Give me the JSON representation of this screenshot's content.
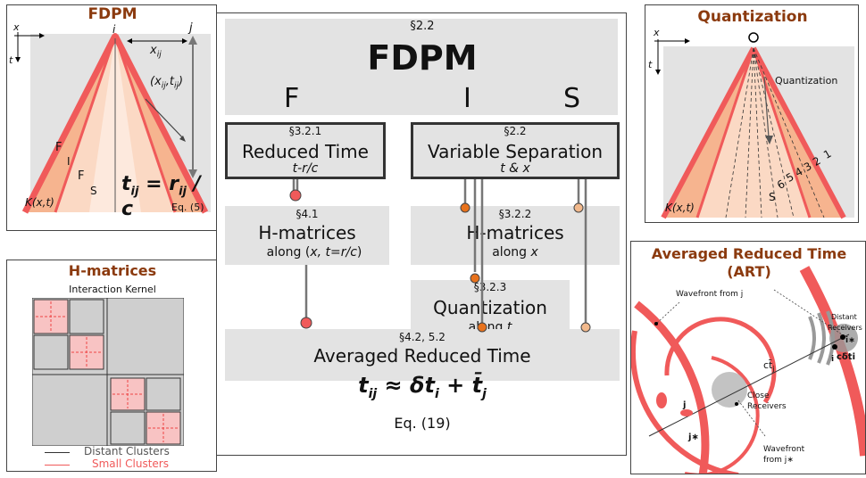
{
  "fdpm_panel": {
    "title": "FDPM",
    "axis_x": "x",
    "axis_t": "t",
    "label_i": "i",
    "label_j": "j",
    "label_xij": "x",
    "label_xij_sub": "ij",
    "label_coord": "(x",
    "label_coord_sub1": "ij",
    "label_coord_mid": ",t",
    "label_coord_sub2": "ij",
    "label_coord_end": ")",
    "letter_F1": "F",
    "letter_I": "I",
    "letter_F2": "F",
    "letter_S": "S",
    "kernel": "K(x,t)",
    "eq_t": "t",
    "eq_t_sub": "ij",
    "eq_eq": " = r",
    "eq_r_sub": "ij",
    "eq_rest": " / c",
    "eq_ref": "Eq. (5)"
  },
  "hmat_panel": {
    "title": "H-matrices",
    "subtitle": "Interaction Kernel",
    "legend_distant": "Distant Clusters",
    "legend_small": "Small Clusters"
  },
  "center": {
    "top_section": "§2.2",
    "top_title": "FDPM",
    "letter_F": "F",
    "letter_I": "I",
    "letter_S": "S",
    "box_rt_section": "§3.2.1",
    "box_rt_title": "Reduced Time",
    "box_rt_sub": "t-r/c",
    "box_vs_section": "§2.2",
    "box_vs_title": "Variable Separation",
    "box_vs_sub": "t & x",
    "hm1_section": "§4.1",
    "hm1_title": "H-matrices",
    "hm1_sub_pre": "along (",
    "hm1_sub_it": "x, t=r/c",
    "hm1_sub_post": ")",
    "hm2_section": "§3.2.2",
    "hm2_title": "H-matrices",
    "hm2_sub_pre": "along ",
    "hm2_sub_it": "x",
    "q_section": "§3.2.3",
    "q_title": "Quantization",
    "q_sub_pre": "along ",
    "q_sub_it": "t",
    "art_section": "§4.2, 5.2",
    "art_title": "Averaged Reduced Time",
    "art_eq_t": "t",
    "art_eq_tsub": "ij",
    "art_eq_mid": " ≈ δt",
    "art_eq_isub": "i",
    "art_eq_plus": " + t̄",
    "art_eq_jsub": "j",
    "art_eq_ref": "Eq. (19)"
  },
  "quant_panel": {
    "title": "Quantization",
    "axis_x": "x",
    "axis_t": "t",
    "label_o": "O",
    "arrow_label": "Quantization",
    "nums": [
      "S",
      "6",
      "5",
      "4",
      "3",
      "2",
      "1"
    ],
    "kernel": "K(x,t)"
  },
  "art_panel": {
    "title1": "Averaged Reduced Time",
    "title2": "(ART)",
    "wavefront_j": "Wavefront from j",
    "distant": "Distant",
    "receivers1": "Receivers",
    "close": "Close",
    "receivers2": "Receivers",
    "wavefront_j2a": "Wavefront",
    "wavefront_j2b": "from j",
    "ctj": "ct̄",
    "ctj_sub": "j",
    "cdti": "cδti",
    "label_j": "j",
    "label_jstar": "j",
    "label_i": "i",
    "label_istar": "i"
  },
  "colors": {
    "brand_brown": "#8b3a0e",
    "red": "#f05a5a",
    "salmon": "#f6b48f",
    "light_salmon": "#fbd9c4",
    "panel_grey": "#e3e3e3",
    "orange_dot": "#e8721c",
    "pale_orange_dot": "#f2b98c"
  }
}
